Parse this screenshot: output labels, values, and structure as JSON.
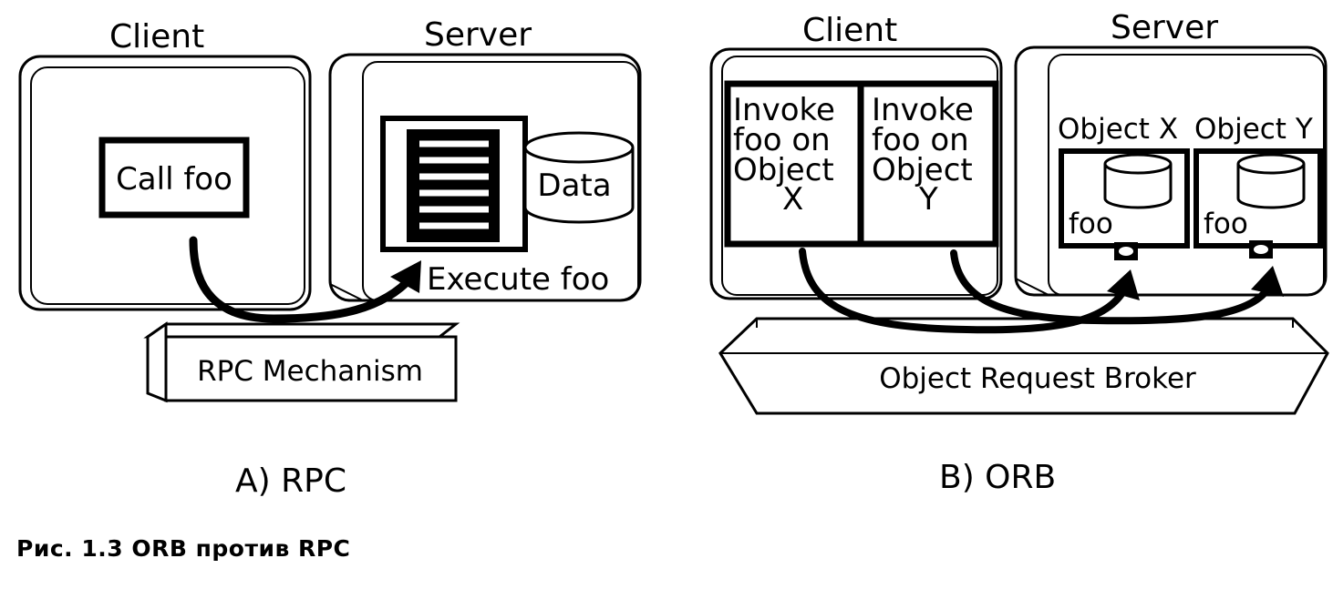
{
  "rpc": {
    "client_label": "Client",
    "server_label": "Server",
    "call_label": "Call foo",
    "data_label": "Data",
    "execute_label": "Execute foo",
    "mechanism_label": "RPC Mechanism",
    "subtitle": "A) RPC"
  },
  "orb": {
    "client_label": "Client",
    "server_label": "Server",
    "invoke_x": [
      "Invoke",
      "foo on",
      "Object",
      "X"
    ],
    "invoke_y": [
      "Invoke",
      "foo on",
      "Object",
      "Y"
    ],
    "object_x_label": "Object X",
    "object_y_label": "Object Y",
    "foo_x": "foo",
    "foo_y": "foo",
    "broker_label": "Object Request Broker",
    "subtitle": "B) ORB"
  },
  "caption": "Рис. 1.3 ORB против RPC"
}
